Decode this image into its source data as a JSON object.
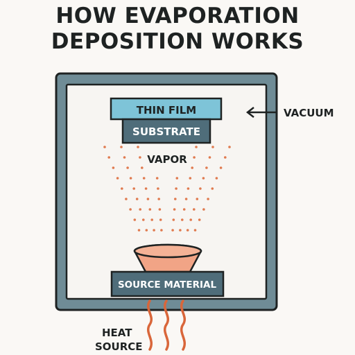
{
  "title": {
    "line1": "HOW EVAPORATION",
    "line2": "DEPOSITION WORKS"
  },
  "labels": {
    "thin_film": "THIN FILM",
    "substrate": "SUBSTRATE",
    "vapor": "VAPOR",
    "vacuum": "VACUUM",
    "source_material": "SOURCE MATERIAL",
    "heat_source_line1": "HEAT",
    "heat_source_line2": "SOURCE"
  },
  "colors": {
    "chamber_wall": "#6f8c96",
    "chamber_inner": "#f7f5f2",
    "outline": "#1e2222",
    "thin_film": "#7ec4d8",
    "substrate": "#4f6d7a",
    "source_platform": "#4f6d7a",
    "crucible": "#f1a486",
    "vapor_dots": "#e07a4f",
    "heat_waves": "#d9663a",
    "label_light": "#ffffff"
  },
  "icons": {
    "vacuum_arrow": "arrow-left-icon",
    "heat_waves": "heat-wave-icon"
  }
}
